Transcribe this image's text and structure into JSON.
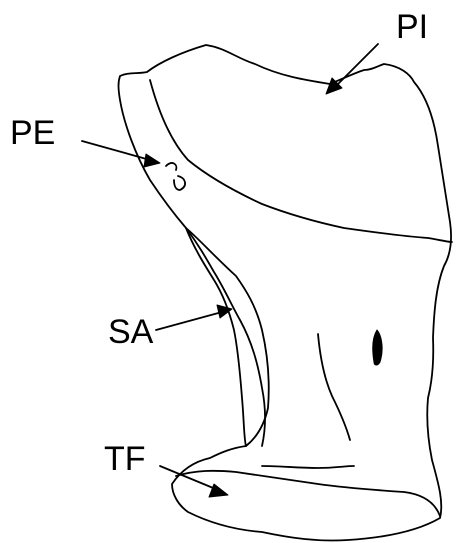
{
  "labels": {
    "pi": "PI",
    "pe": "PE",
    "sa": "SA",
    "tf": "TF"
  },
  "colors": {
    "stroke": "#000000",
    "background": "#ffffff"
  }
}
